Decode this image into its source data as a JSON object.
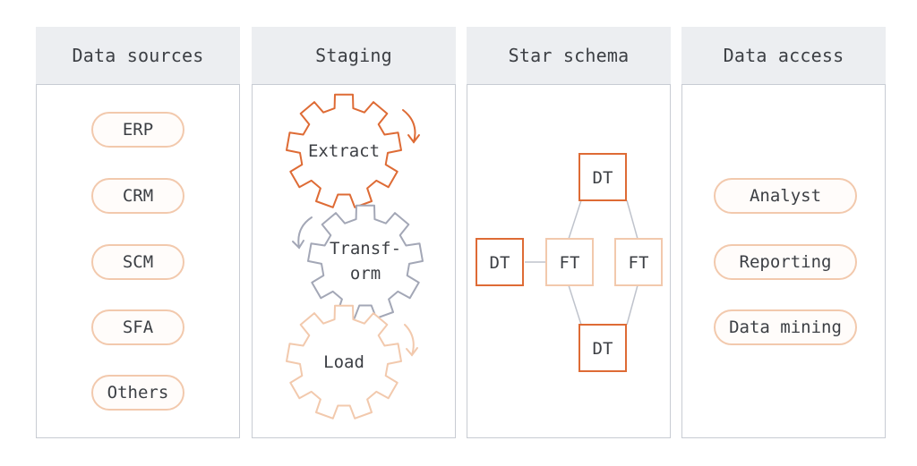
{
  "columns": {
    "sources": {
      "title": "Data sources",
      "items": [
        "ERP",
        "CRM",
        "SCM",
        "SFA",
        "Others"
      ]
    },
    "staging": {
      "title": "Staging",
      "gears": {
        "extract": "Extract",
        "transform_line1": "Transf-",
        "transform_line2": "orm",
        "load": "Load"
      }
    },
    "star": {
      "title": "Star schema",
      "dt_label": "DT",
      "ft_label": "FT"
    },
    "access": {
      "title": "Data access",
      "items": [
        "Analyst",
        "Reporting",
        "Data mining"
      ]
    }
  },
  "colors": {
    "header_bg": "#eceef1",
    "border": "#c8ccd3",
    "accent_orange": "#de6b35",
    "light_peach": "#f2c9ad",
    "gray_gear": "#a3a7b6"
  },
  "icons": [
    "gear-icon",
    "rotation-arrow-icon"
  ]
}
